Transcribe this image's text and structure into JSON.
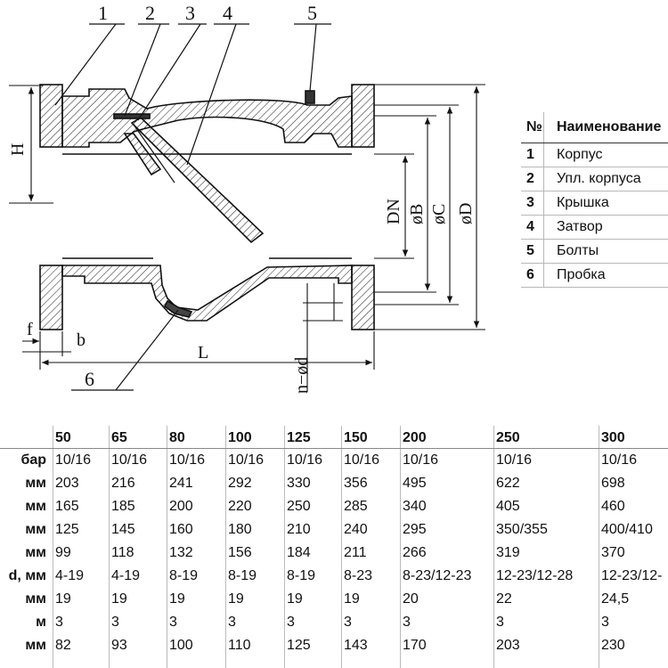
{
  "drawing": {
    "callouts": [
      "1",
      "2",
      "3",
      "4",
      "5",
      "6"
    ],
    "dimensions": {
      "H": "H",
      "DN": "DN",
      "B": "øB",
      "C": "øC",
      "D": "øD",
      "f": "f",
      "b": "b",
      "L": "L",
      "nd": "n−ød"
    }
  },
  "parts_table": {
    "header": {
      "num": "№",
      "name": "Наименование"
    },
    "rows": [
      {
        "num": "1",
        "name": "Корпус"
      },
      {
        "num": "2",
        "name": "Упл. корпуса"
      },
      {
        "num": "3",
        "name": "Крышка"
      },
      {
        "num": "4",
        "name": "Затвор"
      },
      {
        "num": "5",
        "name": "Болты"
      },
      {
        "num": "6",
        "name": "Пробка"
      }
    ]
  },
  "spec_table": {
    "columns": [
      "50",
      "65",
      "80",
      "100",
      "125",
      "150",
      "200",
      "250",
      "300"
    ],
    "rows": [
      {
        "label": "бар",
        "values": [
          "10/16",
          "10/16",
          "10/16",
          "10/16",
          "10/16",
          "10/16",
          "10/16",
          "10/16",
          "10/16"
        ]
      },
      {
        "label": "мм",
        "values": [
          "203",
          "216",
          "241",
          "292",
          "330",
          "356",
          "495",
          "622",
          "698"
        ]
      },
      {
        "label": "мм",
        "values": [
          "165",
          "185",
          "200",
          "220",
          "250",
          "285",
          "340",
          "405",
          "460"
        ]
      },
      {
        "label": "мм",
        "values": [
          "125",
          "145",
          "160",
          "180",
          "210",
          "240",
          "295",
          "350/355",
          "400/410"
        ]
      },
      {
        "label": "мм",
        "values": [
          "99",
          "118",
          "132",
          "156",
          "184",
          "211",
          "266",
          "319",
          "370"
        ]
      },
      {
        "label": "d, мм",
        "values": [
          "4-19",
          "4-19",
          "8-19",
          "8-19",
          "8-19",
          "8-23",
          "8-23/12-23",
          "12-23/12-28",
          "12-23/12-"
        ]
      },
      {
        "label": "мм",
        "values": [
          "19",
          "19",
          "19",
          "19",
          "19",
          "19",
          "20",
          "22",
          "24,5"
        ]
      },
      {
        "label": "м",
        "values": [
          "3",
          "3",
          "3",
          "3",
          "3",
          "3",
          "3",
          "3",
          "3"
        ]
      },
      {
        "label": "мм",
        "values": [
          "82",
          "93",
          "100",
          "110",
          "125",
          "143",
          "170",
          "203",
          "230"
        ]
      }
    ]
  }
}
